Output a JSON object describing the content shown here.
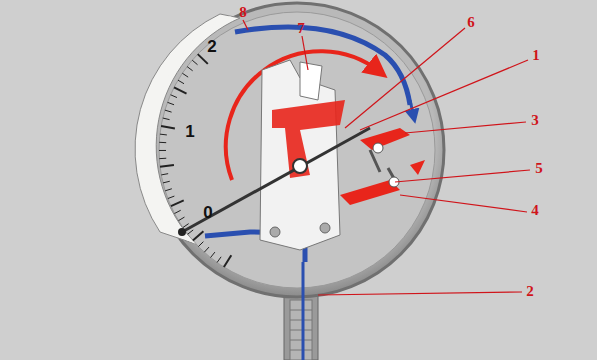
{
  "diagram": {
    "labels": [
      "2",
      "1",
      "0",
      "8",
      "7",
      "6",
      "1",
      "3",
      "5",
      "4",
      "2"
    ]
  }
}
